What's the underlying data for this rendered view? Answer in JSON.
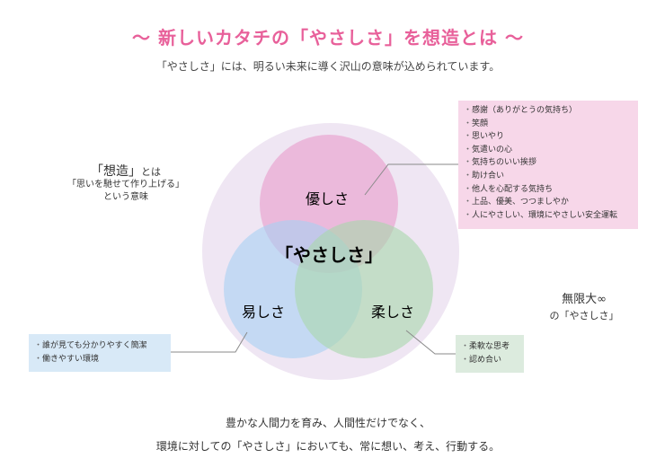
{
  "header": {
    "title": "〜 新しいカタチの「やさしさ」を想造とは 〜",
    "subtitle": "「やさしさ」には、明るい未来に導く沢山の意味が込められています。"
  },
  "venn": {
    "colors": {
      "outer": "#efe6f3",
      "kindness": "#e99ccc",
      "ease": "#a9d0f2",
      "gentle": "#a9d6ac",
      "center": "#caa6cf"
    },
    "kindness_label": "優しさ",
    "ease_label": "易しさ",
    "gentle_label": "柔しさ",
    "center_label": "「やさしさ」"
  },
  "kindness_box": {
    "items": [
      "感謝（ありがとうの気持ち）",
      "笑顔",
      "思いやり",
      "気遣いの心",
      "気持ちのいい挨拶",
      "助け合い",
      "他人を心配する気持ち",
      "上品、優美、つつましやか",
      "人にやさしい、環境にやさしい安全運転"
    ]
  },
  "ease_box": {
    "items": [
      "誰が見ても分かりやすく簡潔",
      "働きやすい環境"
    ]
  },
  "gentle_box": {
    "items": [
      "柔軟な思考",
      "認め合い"
    ]
  },
  "left_note": {
    "line1": "「想造」",
    "line1_suffix": "とは",
    "line2": "「思いを馳せて作り上げる」",
    "line3": "という意味"
  },
  "right_note": {
    "line1": "無限大∞",
    "line2": "の「やさしさ」"
  },
  "footer": {
    "line1": "豊かな人間力を育み、人間性だけでなく、",
    "line2": "環境に対しての「やさしさ」においても、常に想い、考え、行動する。"
  }
}
